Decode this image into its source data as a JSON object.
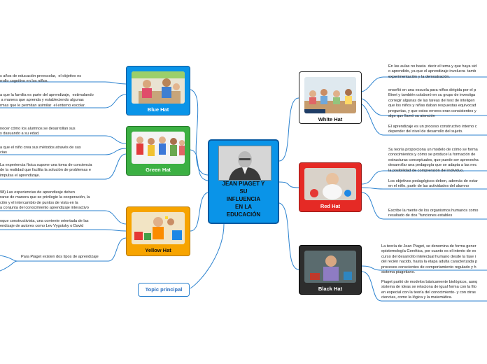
{
  "central": {
    "title": "JEAN PIAGET Y\nSU\nINFLUENCIA\nEN LA\nEDUCACIÓN",
    "photo_icon": "portrait-photo"
  },
  "topic": {
    "label": "Topic principal"
  },
  "colors": {
    "blue": "#0a94e8",
    "green": "#3cb043",
    "yellow": "#f7a400",
    "red": "#e52a25",
    "black": "#2d2d2d",
    "white": "#ffffff",
    "line": "#2b82cf"
  },
  "hats": {
    "blue": {
      "label": "Blue Hat"
    },
    "green": {
      "label": "Green Hat"
    },
    "yellow": {
      "label": "Yellow Hat"
    },
    "white": {
      "label": "White Hat"
    },
    "red": {
      "label": "Red Hat"
    },
    "black": {
      "label": "Black Hat"
    }
  },
  "leaves": {
    "blue_1": "s años de educación preescolar,  el objetivo es\nrrollo cognitivo en los niños.",
    "blue_2": "a que la familia es parte del aprendizaje,  estimulando\n a manera que aprenda y estableciendo algunas\nrmas que le permitan asimilar  el entorno escolar.",
    "green_1": "nocer cómo los alumnos se desarrollan sus\ns dasuando a su edad.",
    "green_2": "a que el niño crea sus métodos através de sus\ncias",
    "green_3": "La experiencia física supone una toma de conciencia\nde la realidad que facilita la solución de problemas e\nimpulsa el aprendizaje.",
    "yellow_1": "98).Las experiencias de aprendizaje deben\nrarse de manera que se privilegie la cooperación, la\nción y el intercambio de puntos de vista en la\na conjunta del conocimiento aprendizaje interactivo",
    "yellow_2": "oque constructivista, una corriente orientada de las\nendizaje de autores como Lev Vygotsky o David",
    "yellow_3": "Para Piaget existen dos tipos de aprendizaje",
    "white_1": "En las aulas no basta  decir el tema y que haya sid\no aprendido, ya que el aprendizaje involucra  tamb\nexperimentación y la demostración.",
    "white_2": "enseñó en una escuela para niños dirigida por el p\nBinet y también colaboró en su grupo de investiga\ncorregir algunas de las tareas del test de inteligen\nque los niños y niñas daban respuestas equivocad\npreguntas, y que estos errores eran consistentes y\nalgo que llamó su atención",
    "white_3": "El aprendizaje es un proceso constructivo interno c\ndepender del nivel de desarrollo del sujeto.",
    "red_1": "Su teoría proporciona un modelo de cómo se forma\nconocimientos y cómo se produce la formación de\nestructuras conceptuales, que puede ser aprovecha\ndesarrollar una pedagogía que se adapta a las nec\nla posibilidad de comprensión del individuo.",
    "red_2": "Los objetivos pedagógicos deben, además de estar\nen el niño, partir de las actividades del alumno",
    "red_3": "Escribe la mente de los organismos humanos como\nresultado de dos \"funciones estables",
    "black_1": "La teoría de Jean Piaget, se denomina de forma gener\nepistemología Genética, por cuanto es el intento de ex\ncurso del desarrollo intelectual humano desde la fase i\ndel recién nacido, hasta la etapa adulta caracterizada p\nprocesos conscientes de comportamiento regulado y h\nsistema piagetiano.",
    "black_2": "Piaget partió de modelos básicamente biológicos, aunq\nsistema de ideas se relaciona de igual forma con la filo\nen especial con la teoría del conocimiento- y con otras\nciencias, como la lógica y la matemática."
  }
}
